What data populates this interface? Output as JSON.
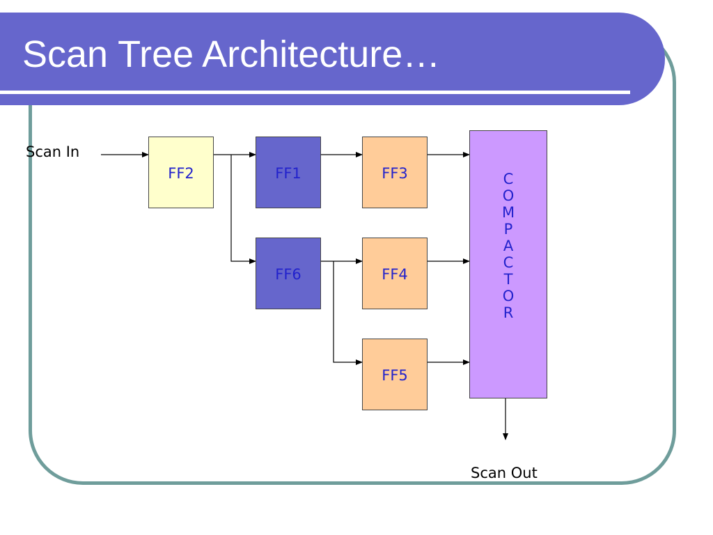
{
  "title": "Scan Tree Architecture…",
  "labels": {
    "scan_in": "Scan In",
    "scan_out": "Scan Out"
  },
  "nodes": {
    "ff1": "FF1",
    "ff2": "FF2",
    "ff3": "FF3",
    "ff4": "FF4",
    "ff5": "FF5",
    "ff6": "FF6",
    "compactor": [
      "C",
      "O",
      "M",
      "P",
      "A",
      "C",
      "T",
      "O",
      "R"
    ]
  },
  "edges": [
    {
      "from": "Scan In",
      "to": "FF2"
    },
    {
      "from": "FF2",
      "to": "FF1"
    },
    {
      "from": "FF2",
      "to": "FF6"
    },
    {
      "from": "FF1",
      "to": "FF3"
    },
    {
      "from": "FF6",
      "to": "FF4"
    },
    {
      "from": "FF6",
      "to": "FF5"
    },
    {
      "from": "FF3",
      "to": "COMPACTOR"
    },
    {
      "from": "FF4",
      "to": "COMPACTOR"
    },
    {
      "from": "FF5",
      "to": "COMPACTOR"
    },
    {
      "from": "COMPACTOR",
      "to": "Scan Out"
    }
  ],
  "colors": {
    "banner": "#6666cc",
    "frame": "#6f9d9b",
    "ff2_fill": "#ffffcc",
    "ff1_fill": "#6666cc",
    "ff6_fill": "#6666cc",
    "ff_orange_fill": "#ffcc99",
    "compactor_fill": "#cc99ff",
    "label_text": "#2222cc"
  }
}
